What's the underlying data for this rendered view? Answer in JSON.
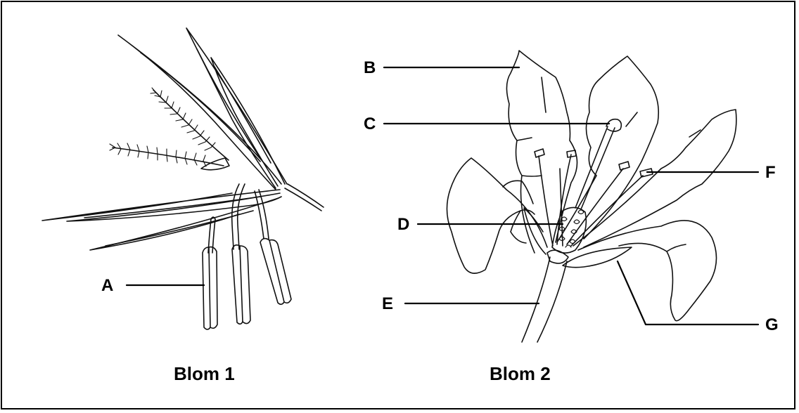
{
  "labels": {
    "a": "A",
    "b": "B",
    "c": "C",
    "d": "D",
    "e": "E",
    "f": "F",
    "g": "G"
  },
  "captions": {
    "flower1": "Blom 1",
    "flower2": "Blom 2"
  }
}
